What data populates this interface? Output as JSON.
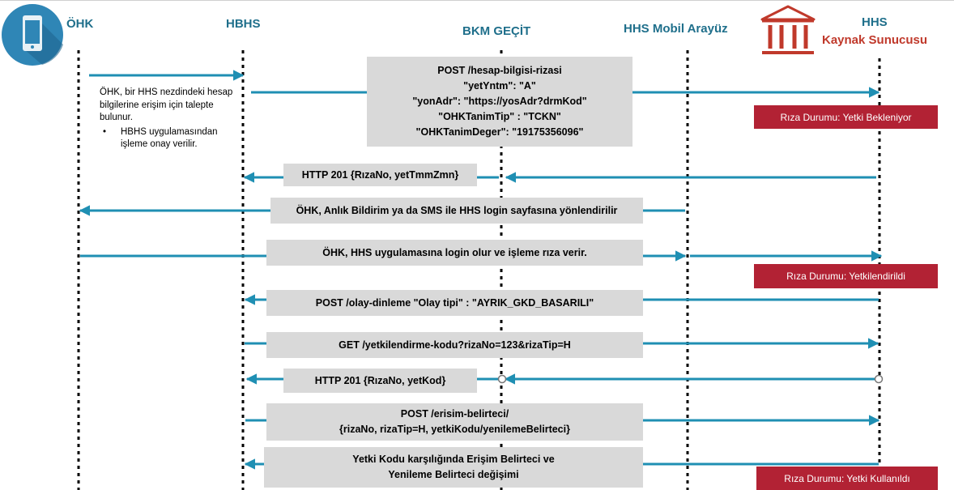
{
  "actors": {
    "ohk": "ÖHK",
    "hbhs": "HBHS",
    "bkm": "BKM GEÇİT",
    "hhs_mobil": "HHS Mobil Arayüz",
    "hhs": "HHS",
    "kaynak": "Kaynak Sunucusu"
  },
  "note": {
    "text": "ÖHK, bir HHS nezdindeki hesap bilgilerine erişim için talepte bulunur.",
    "bullet": "HBHS uygulamasından işleme onay verilir."
  },
  "messages": [
    {
      "lines": [
        "POST /hesap-bilgisi-rizasi",
        "\"yetYntm\": \"A\"",
        "\"yonAdr\": \"https://yosAdr?drmKod\"",
        "\"OHKTanimTip\" : \"TCKN\"",
        "\"OHKTanimDeger\": \"19175356096\""
      ]
    },
    {
      "lines": [
        "HTTP 201 {RızaNo, yetTmmZmn}"
      ]
    },
    {
      "lines": [
        "ÖHK, Anlık Bildirim ya da SMS ile HHS login sayfasına yönlendirilir"
      ]
    },
    {
      "lines": [
        "ÖHK, HHS uygulamasına login olur ve işleme rıza verir."
      ]
    },
    {
      "lines": [
        "POST /olay-dinleme    \"Olay tipi\" : \"AYRIK_GKD_BASARILI\""
      ]
    },
    {
      "lines": [
        "GET /yetkilendirme-kodu?rizaNo=123&rizaTip=H"
      ]
    },
    {
      "lines": [
        "HTTP 201 {RızaNo, yetKod}"
      ]
    },
    {
      "lines": [
        "POST /erisim-belirteci/",
        "{rizaNo, rizaTip=H, yetkiKodu/yenilemeBelirteci}"
      ]
    },
    {
      "lines": [
        "Yetki Kodu karşılığında Erişim Belirteci ve",
        "Yenileme Belirteci değişimi"
      ]
    }
  ],
  "statuses": [
    "Rıza Durumu: Yetki Bekleniyor",
    "Rıza Durumu: Yetkilendirildi",
    "Rıza Durumu: Yetki Kullanıldı"
  ],
  "colors": {
    "accent": "#1f8fb3",
    "actor_text": "#1f6f8b",
    "status_bg": "#b22234",
    "box_bg": "#d9d9d9"
  }
}
